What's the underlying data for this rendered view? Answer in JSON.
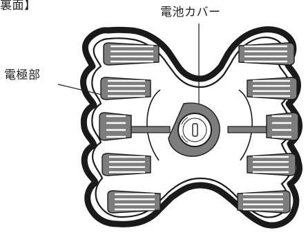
{
  "labels": {
    "title": "裏面】",
    "battery_cover": "電池カバー",
    "electrode": "電極部"
  },
  "colors": {
    "outline": "#1a1a1a",
    "electrode_fill": "#7d7d7d",
    "background": "#ffffff"
  }
}
